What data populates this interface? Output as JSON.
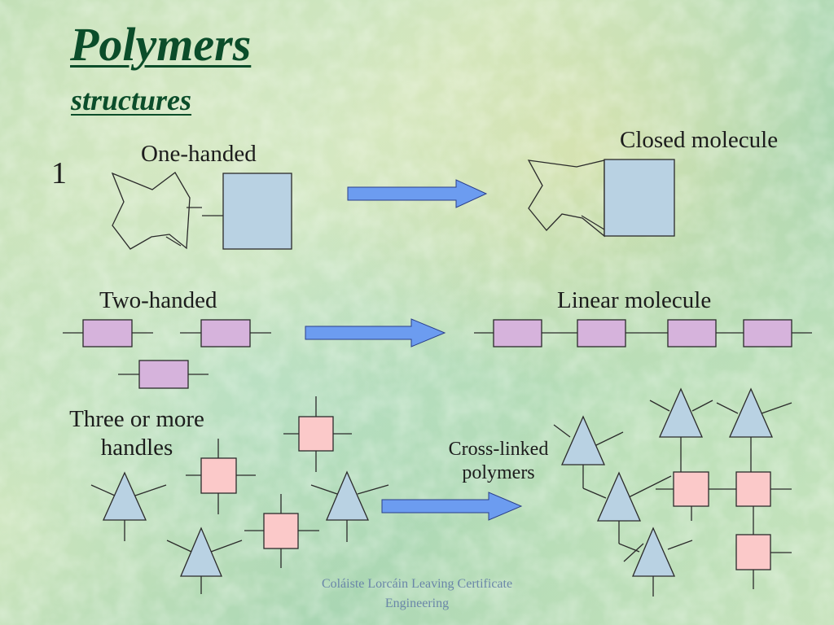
{
  "title": "Polymers",
  "subtitle": "structures",
  "item_number": "1",
  "labels": {
    "one_handed": "One-handed",
    "closed_molecule": "Closed molecule",
    "two_handed": "Two-handed",
    "linear_molecule": "Linear molecule",
    "three_or_more_line1": "Three or more",
    "three_or_more_line2": "handles",
    "cross_linked_line1": "Cross-linked",
    "cross_linked_line2": "polymers"
  },
  "footer": {
    "line1": "Coláiste Lorcáin Leaving Certificate",
    "line2": "Engineering"
  },
  "colors": {
    "title": "#0b4d2a",
    "block_blue": "#b9d2e3",
    "block_purple": "#d6b3dc",
    "block_pink": "#fbc9c9",
    "triangle_blue": "#b9d2e3",
    "arrow_blue": "#6c9cf0",
    "footer_text": "#6a86a8"
  }
}
